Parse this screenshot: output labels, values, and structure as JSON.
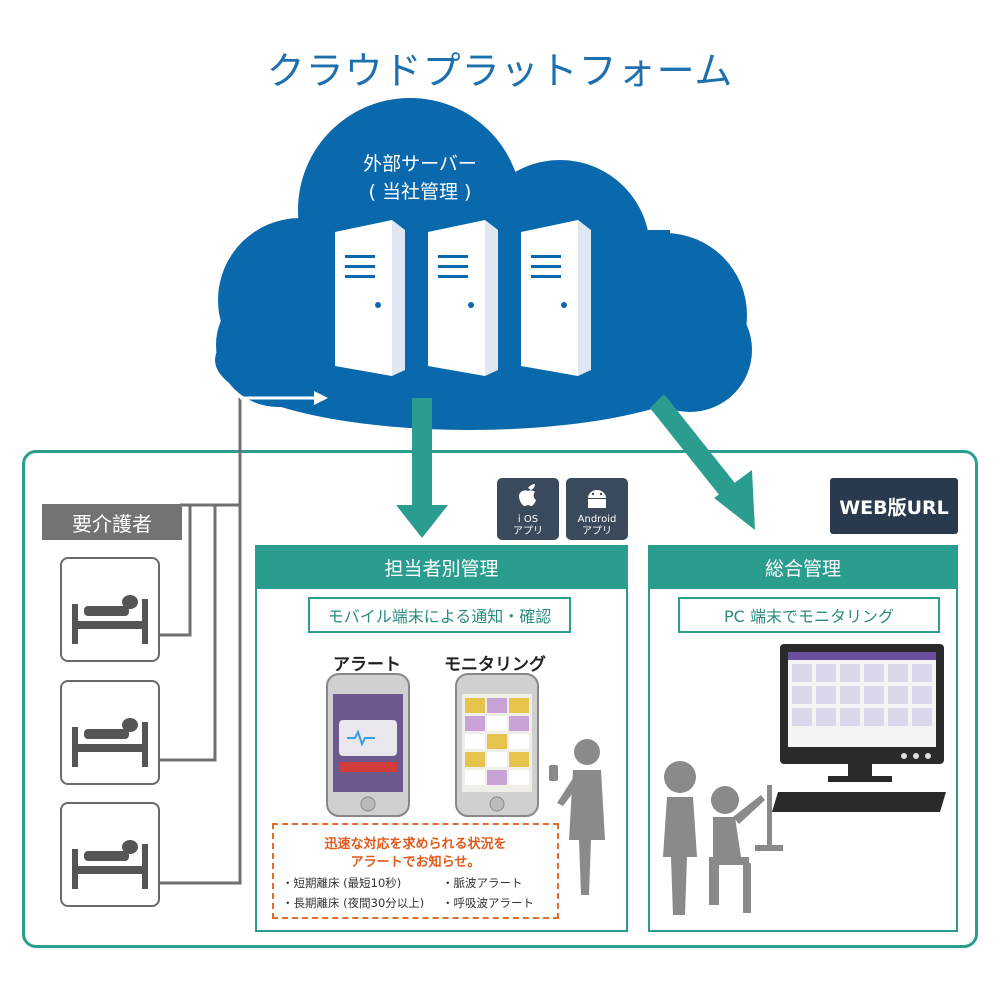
{
  "title": "クラウドプラットフォーム",
  "cloud": {
    "line1": "外部サーバー",
    "line2": "( 当社管理 )",
    "color": "#0a68ad"
  },
  "care_recipients_label": "要介護者",
  "apps": {
    "ios": {
      "icon": "apple-icon",
      "line1": "i OS",
      "line2": "アプリ"
    },
    "android": {
      "icon": "android-icon",
      "line1": "Android",
      "line2": "アプリ"
    }
  },
  "web_badge": "WEB版URL",
  "panel_left": {
    "header": "担当者別管理",
    "subtitle": "モバイル端末による通知・確認",
    "phone_alert_label": "アラート",
    "phone_monitor_label": "モニタリング"
  },
  "alert_box": {
    "title_line1": "迅速な対応を求められる状況を",
    "title_line2": "アラートでお知らせ。",
    "items": [
      "・短期離床 (最短10秒)",
      "・長期離床 (夜間30分以上)",
      "・脈波アラート",
      "・呼吸波アラート"
    ]
  },
  "panel_right": {
    "header": "総合管理",
    "subtitle": "PC 端末でモニタリング"
  },
  "colors": {
    "teal": "#2a9d8f",
    "blue_title": "#1d6fae",
    "alert_orange": "#e36b2b",
    "badge_dark": "#293a4f"
  }
}
